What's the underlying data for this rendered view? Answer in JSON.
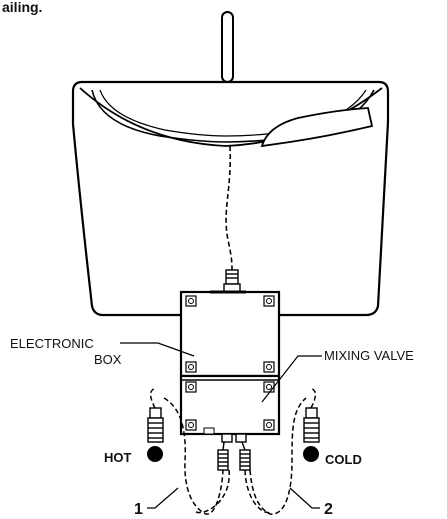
{
  "header": {
    "fragment": "ailing."
  },
  "labels": {
    "electronic_box_line1": "ELECTRONIC",
    "electronic_box_line2": "BOX",
    "mixing_valve": "MIXING VALVE",
    "hot": "HOT",
    "cold": "COLD",
    "callout_1": "1",
    "callout_2": "2"
  }
}
